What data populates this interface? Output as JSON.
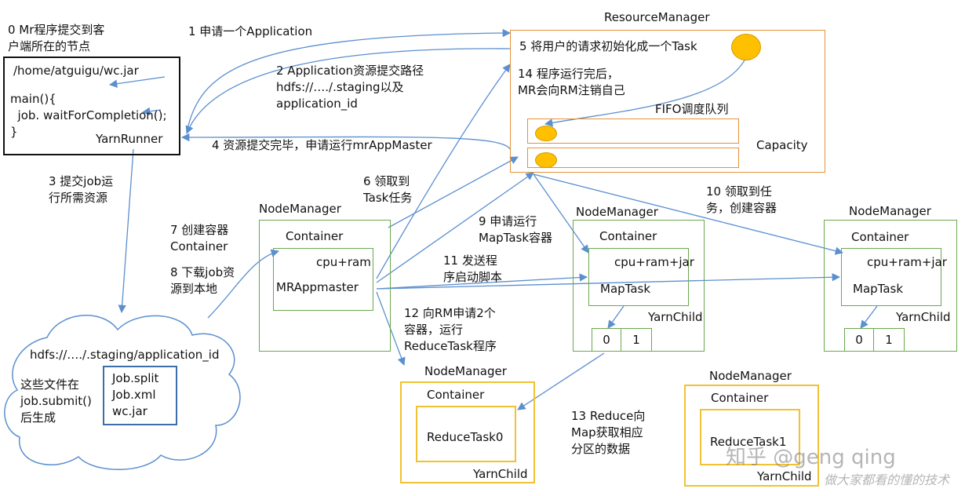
{
  "client": {
    "caption": "0 Mr程序提交到客\n户端所在的节点",
    "jar_path": "/home/atguigu/wc.jar",
    "code": "main(){\n  job. waitForCompletion();\n}",
    "runner": "YarnRunner"
  },
  "resource_manager": {
    "title": "ResourceManager",
    "step5": "5 将用户的请求初始化成一个Task",
    "step14": "14 程序运行完后，\nMR会向RM注销自己",
    "fifo_label": "FIFO调度队列",
    "capacity_label": "Capacity"
  },
  "steps": {
    "s1": "1 申请一个Application",
    "s2": "2 Application资源提交路径\nhdfs://…./.staging以及\napplication_id",
    "s3": "3 提交job运\n行所需资源",
    "s4": "4 资源提交完毕，申请运行mrAppMaster",
    "s6": "6 领取到\nTask任务",
    "s7": "7 创建容器\nContainer",
    "s8": "8 下载job资\n源到本地",
    "s9": "9 申请运行\nMapTask容器",
    "s10": "10 领取到任\n务，创建容器",
    "s11": "11 发送程\n序启动脚本",
    "s12": "12 向RM申请2个\n容器，运行\nReduceTask程序",
    "s13": "13 Reduce向\nMap获取相应\n分区的数据"
  },
  "hdfs": {
    "path": "hdfs://…./.staging/application_id",
    "note": "这些文件在\njob.submit()\n后生成",
    "files": "Job.split\nJob.xml\nwc.jar"
  },
  "node_master": {
    "title": "NodeManager",
    "container": "Container",
    "resources": "cpu+ram",
    "app": "MRAppmaster"
  },
  "node_map1": {
    "title": "NodeManager",
    "container": "Container",
    "resources": "cpu+ram+jar",
    "task": "MapTask",
    "child": "YarnChild",
    "p0": "0",
    "p1": "1"
  },
  "node_map2": {
    "title": "NodeManager",
    "container": "Container",
    "resources": "cpu+ram+jar",
    "task": "MapTask",
    "child": "YarnChild",
    "p0": "0",
    "p1": "1"
  },
  "node_reduce0": {
    "title": "NodeManager",
    "container": "Container",
    "task": "ReduceTask0",
    "child": "YarnChild"
  },
  "node_reduce1": {
    "title": "NodeManager",
    "container": "Container",
    "task": "ReduceTask1",
    "child": "YarnChild"
  },
  "watermark": {
    "line1": "知乎 @geng qing",
    "line2": "做大家都看的懂的技术"
  },
  "colors": {
    "arrow": "#5b8fcf",
    "green": "#6aa84f",
    "orange": "#e69138",
    "yellow": "#f1c232",
    "dot": "#ffc000"
  }
}
